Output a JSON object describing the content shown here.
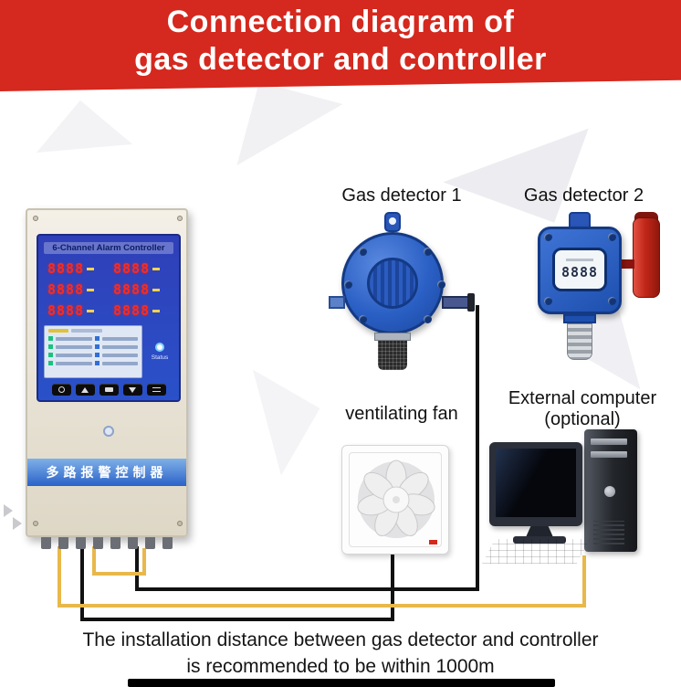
{
  "banner": {
    "title_line1": "Connection diagram of",
    "title_line2": "gas detector and controller"
  },
  "labels": {
    "detector1": "Gas detector 1",
    "detector2": "Gas detector 2",
    "fan": "ventilating fan",
    "computer_line1": "External computer",
    "computer_line2": "(optional)"
  },
  "controller": {
    "screen_title": "6-Channel Alarm Controller",
    "readings": [
      "8888",
      "8888",
      "8888",
      "8888",
      "8888",
      "8888"
    ],
    "status_label": "Status",
    "panel_label": "多路报警控制器"
  },
  "detector2": {
    "display": "8888"
  },
  "footer": {
    "line1": "The installation distance between gas detector and controller",
    "line2": "is recommended to be within 1000m"
  },
  "colors": {
    "banner_red": "#d5281e",
    "device_blue": "#1f55b5",
    "wire_yellow": "#e8b84a",
    "wire_black": "#111111"
  }
}
